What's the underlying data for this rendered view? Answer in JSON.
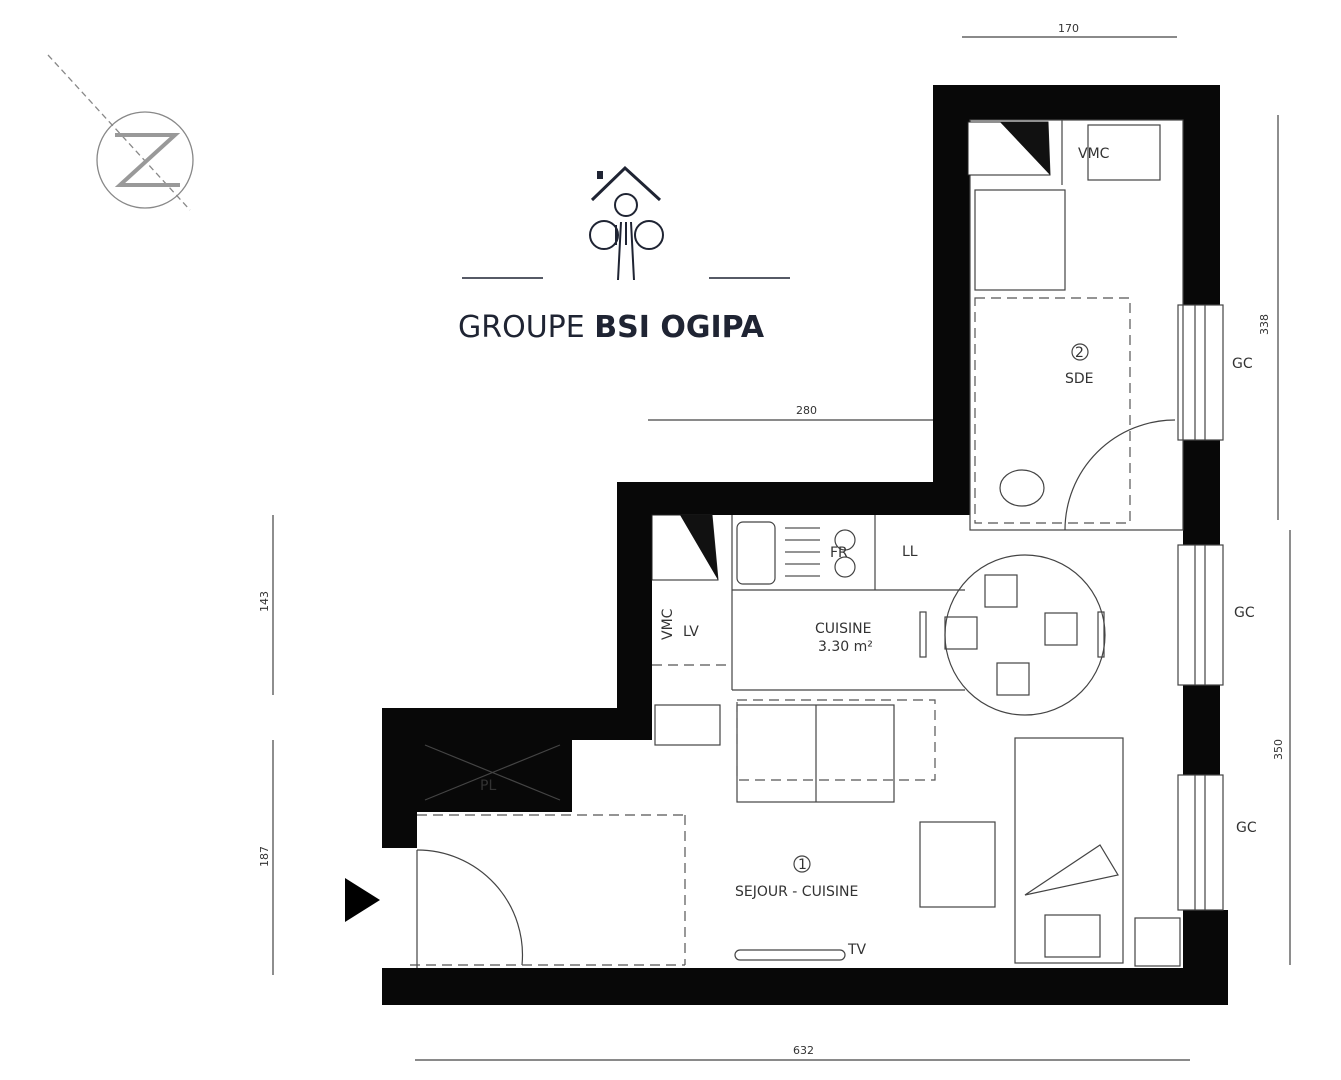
{
  "logo": {
    "text_light": "GROUPE",
    "text_bold": "BSI OGIPA",
    "color": "#1f2433"
  },
  "dimensions": {
    "top": "170",
    "right_upper": "338",
    "inner_top": "280",
    "left_upper": "143",
    "right_lower": "350",
    "left_lower": "187",
    "bottom": "632"
  },
  "rooms": {
    "sejour": {
      "number": "1",
      "label": "SEJOUR - CUISINE"
    },
    "sde": {
      "number": "2",
      "label": "SDE"
    },
    "cuisine": {
      "label": "CUISINE",
      "area": "3.30 m²"
    }
  },
  "fixtures": {
    "vmc_top": "VMC",
    "vmc_kitchen": "VMC",
    "lv": "LV",
    "ll": "LL",
    "fr": "FR",
    "pl": "PL",
    "tv": "TV",
    "gc": [
      "GC",
      "GC",
      "GC"
    ]
  },
  "icons": {
    "north": "north-arrow-icon",
    "entry": "entry-arrow-icon"
  }
}
